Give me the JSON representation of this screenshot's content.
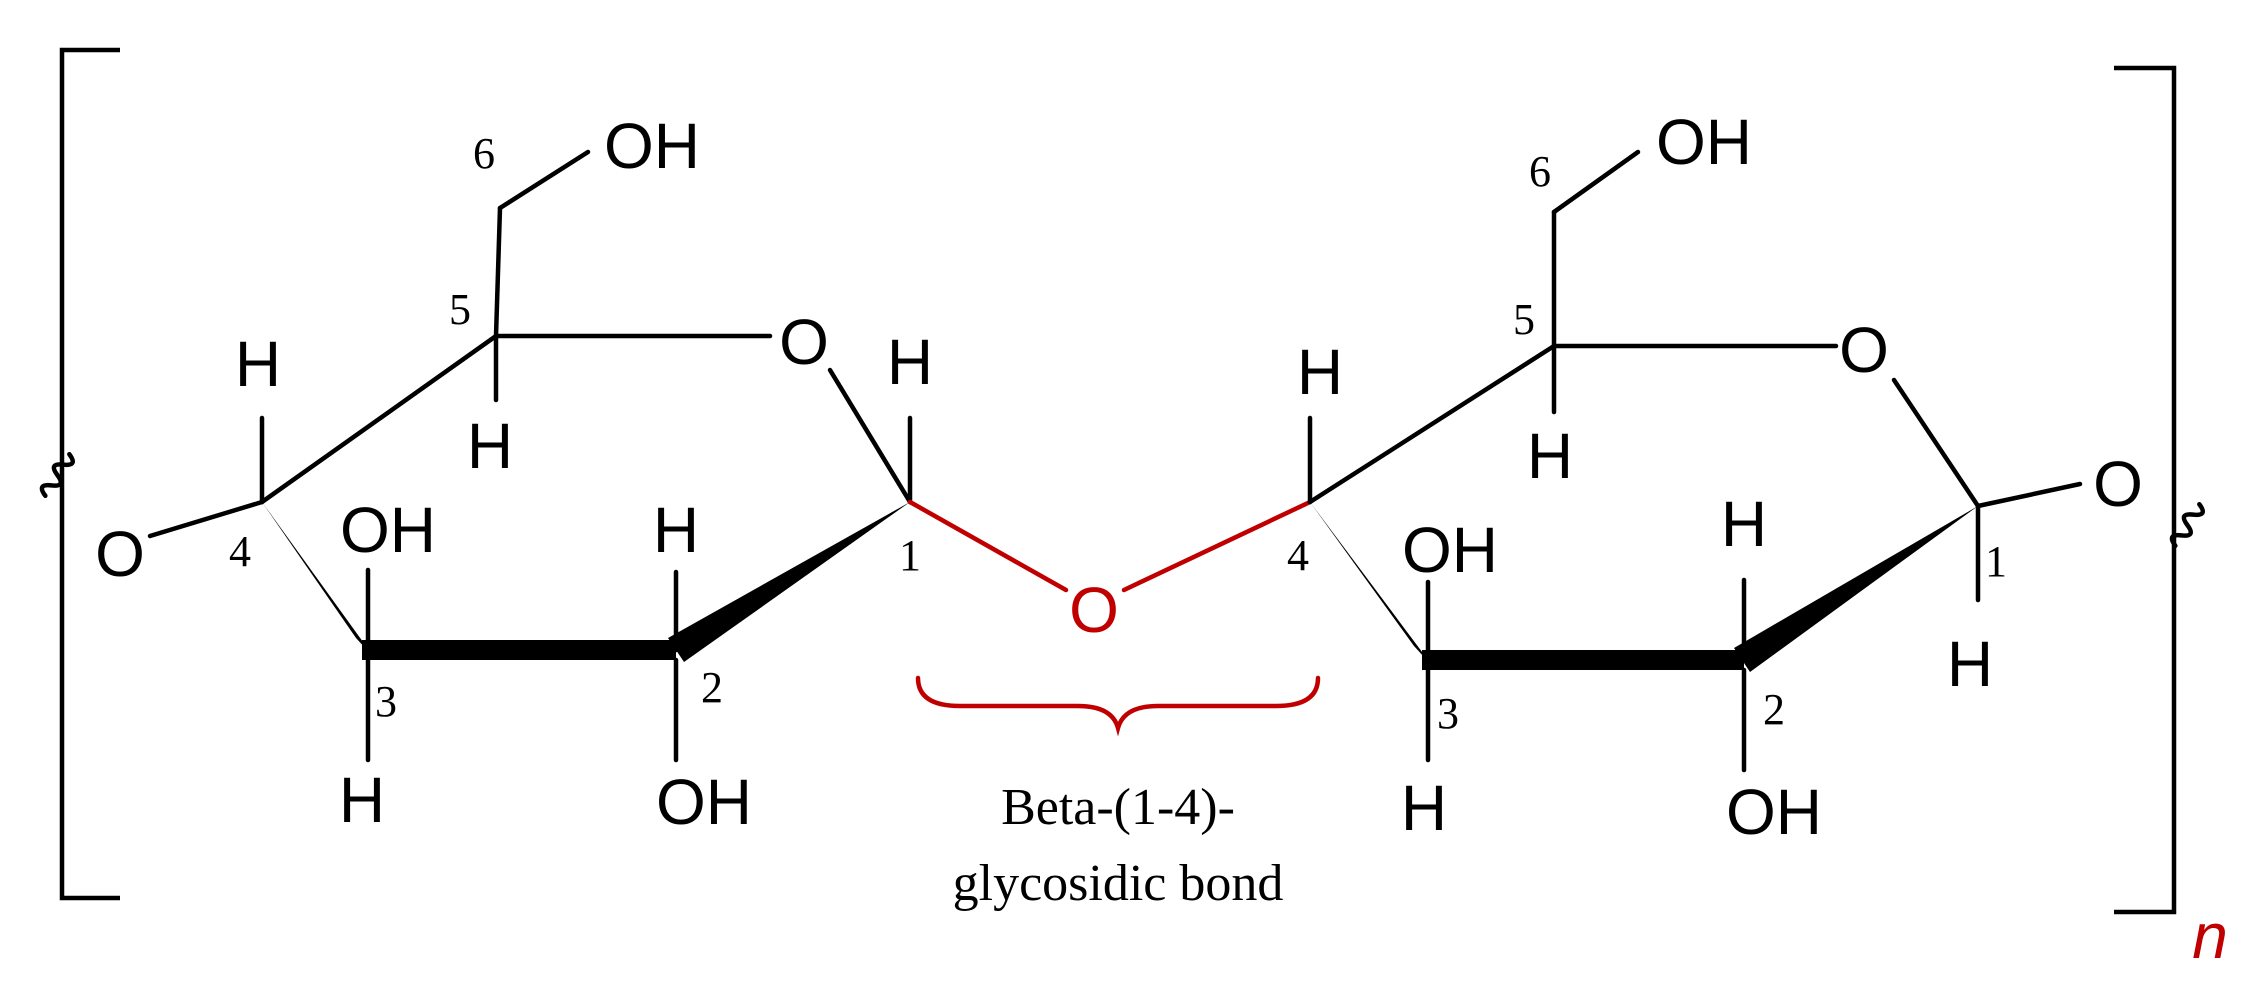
{
  "colors": {
    "ink": "#000000",
    "highlight": "#c00000",
    "background": "#ffffff"
  },
  "left_ring": {
    "ring_oxygen": "O",
    "c6_label": "6",
    "c6_oh": "OH",
    "c5_label": "5",
    "c5_h": "H",
    "c4_label": "4",
    "c4_h": "H",
    "c4_o": "O",
    "c3_label": "3",
    "c3_oh": "OH",
    "c3_h": "H",
    "c2_label": "2",
    "c2_h": "H",
    "c2_oh": "OH",
    "c1_label": "1",
    "c1_h": "H"
  },
  "right_ring": {
    "ring_oxygen": "O",
    "c6_label": "6",
    "c6_oh": "OH",
    "c5_label": "5",
    "c5_h": "H",
    "c4_label": "4",
    "c4_h": "H",
    "c3_label": "3",
    "c3_oh": "OH",
    "c3_h": "H",
    "c2_label": "2",
    "c2_h": "H",
    "c2_oh": "OH",
    "c1_label": "1",
    "c1_h": "H",
    "c1_o": "O"
  },
  "bridge": {
    "oxygen": "O",
    "caption_line1": "Beta-(1-4)-",
    "caption_line2": "glycosidic bond"
  },
  "repeat_subscript": "n"
}
